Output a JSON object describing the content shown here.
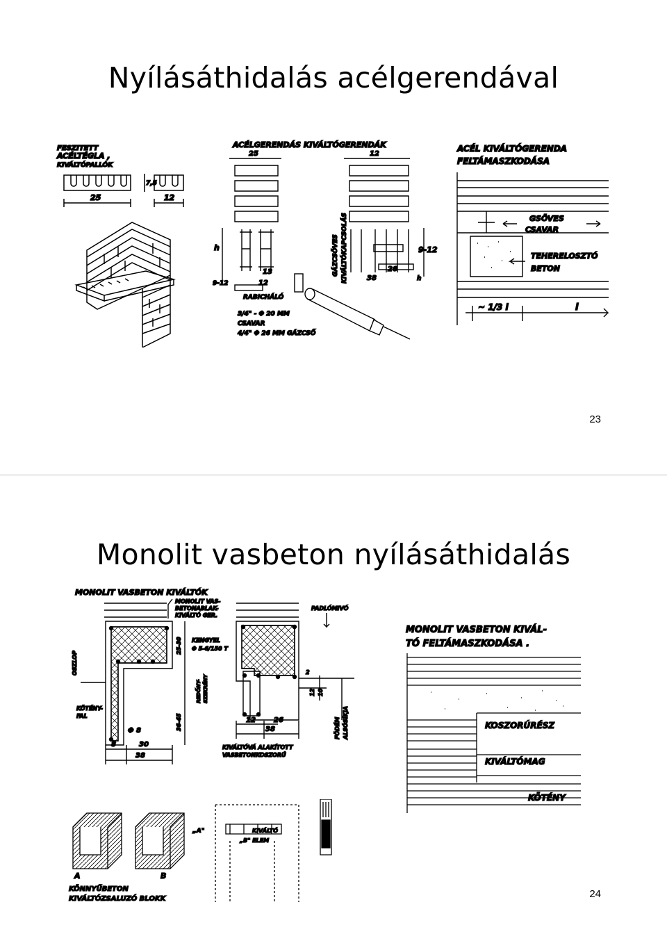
{
  "slides": [
    {
      "title": "Nyílásáthidalás acélgerendával",
      "page_number": "23",
      "figures": {
        "left": {
          "labels": [
            "FESZITETT",
            "ACÉLTÉGLA ,",
            "KIVÁLTÓPALLÓK",
            "25",
            "12",
            "7,5"
          ]
        },
        "middle": {
          "labels": [
            "ACÉLGERENDÁS KIVÁLTÓGERENDÁK",
            "25",
            "38",
            "h",
            "9-12",
            "13",
            "12",
            "RABICHÁLÓ",
            "3/4\" - Φ 20 MM",
            "CSAVAR",
            "4/4\" Φ 26 MM GÁZCSŐ",
            "GÁZCSÖVES",
            "KIVÁLTÓKAPCSOLÁS",
            "26",
            "12",
            "h",
            "9-12"
          ]
        },
        "right": {
          "labels": [
            "ACÉL KIVÁLTÓGERENDA",
            "FELTÁMASZKODÁSA",
            "GSÖVES",
            "CSAVAR",
            "TEHERELOSZTÓ",
            "BETON",
            "~ 1/3 l",
            "l"
          ]
        }
      }
    },
    {
      "title": "Monolit vasbeton nyílásáthidalás",
      "page_number": "24",
      "figures": {
        "left": {
          "labels": [
            "MONOLIT VASBETON KIVÁLTÓK",
            "MONOLIT VAS-",
            "BETONABLAK-",
            "KIVÁLTÓ GER.",
            "PADLÓMIVÓ",
            "OSZLOP",
            "KÖTÉNY-",
            "FAL",
            "Φ 8",
            "8",
            "30",
            "38",
            "25-30",
            "KENGYEL",
            "Φ 5-6/150 T",
            "36-45",
            "REDŐNY-",
            "SZEKRÉNY",
            "12",
            "26",
            "38",
            "2",
            "12",
            "10",
            "FÖDÉM",
            "ALSÓSÍKJA",
            "KIVÁLTÓVÁ ALAKÍTOTT",
            "VASBETONKOSZORÚ"
          ]
        },
        "right": {
          "labels": [
            "MONOLIT VASBETON KIVÁL-",
            "TÓ FELTÁMASZKODÁSA .",
            "KOSZORÚRÉSZ",
            "KIVÁLTÓMAG",
            "KÖTÉNY"
          ]
        },
        "bottom": {
          "labels": [
            "A",
            "B",
            "KÖNNYŰBETON",
            "KIVÁLTÓZSALUZÓ BLOKK",
            "„A\"",
            "KIVÁLTÓ",
            "„B\" ELEM"
          ]
        }
      }
    }
  ]
}
